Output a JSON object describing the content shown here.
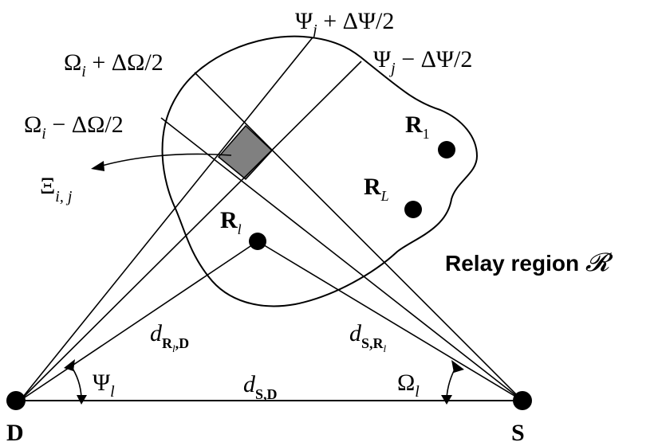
{
  "labels": {
    "psi_plus": {
      "main": "Ψ",
      "sub": "j",
      "rest": " + ΔΨ/2"
    },
    "psi_minus": {
      "main": "Ψ",
      "sub": "j",
      "rest": " − ΔΨ/2"
    },
    "omega_plus": {
      "main": "Ω",
      "sub": "i",
      "rest": " + ΔΩ/2"
    },
    "omega_minus": {
      "main": "Ω",
      "sub": "i",
      "rest": " − ΔΩ/2"
    },
    "xi": {
      "main": "Ξ",
      "sub": "i, j"
    },
    "r1": {
      "main": "R",
      "sub": "1"
    },
    "rL": {
      "main": "R",
      "sub": "L"
    },
    "rl": {
      "main": "R",
      "sub": "l"
    },
    "region_text": "Relay region ",
    "region_symbol": "𝓡",
    "d_rl_d": {
      "main": "d",
      "sub": "R",
      "subsub": "l",
      "tail": ",D"
    },
    "d_s_rl": {
      "main": "d",
      "sub": "S,R",
      "subsub": "l"
    },
    "d_s_d": {
      "main": "d",
      "sub": "S,D"
    },
    "psi_l": {
      "main": "Ψ",
      "sub": "l"
    },
    "omega_l": {
      "main": "Ω",
      "sub": "l"
    },
    "node_d": "D",
    "node_s": "S"
  },
  "colors": {
    "line": "#000000",
    "cell_fill": "#808080",
    "background": "#ffffff"
  }
}
